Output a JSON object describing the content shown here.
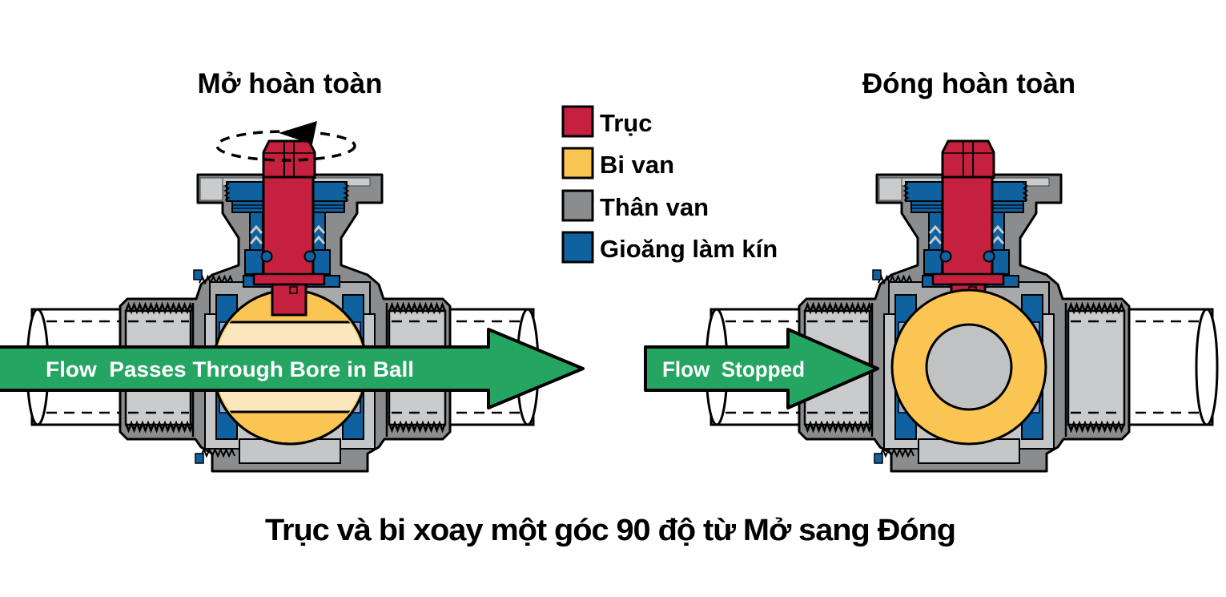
{
  "titles": {
    "left": "Mở hoàn toàn",
    "right": "Đóng hoàn toàn"
  },
  "caption": "Trục và bi xoay một góc 90 độ từ Mở sang Đóng",
  "legend": {
    "items": [
      {
        "label": "Trục",
        "color": "#C5203E"
      },
      {
        "label": "Bi van",
        "color": "#FBC553"
      },
      {
        "label": "Thân van",
        "color": "#8A8C8E"
      },
      {
        "label": "Gioăng làm kín",
        "color": "#0F61A0"
      }
    ]
  },
  "flow": {
    "left_label": "Flow  Passes Through Bore in Ball",
    "right_label": "Flow  Stopped",
    "arrow_color": "#25A562",
    "text_color": "#FFFFFF"
  },
  "colors": {
    "outline": "#000000",
    "body_gray": "#8A8C8E",
    "body_light": "#C9CBCD",
    "pocket_light": "#C4C6C8",
    "pocket_shadow": "#A7A9AB",
    "stem_red": "#C5203E",
    "ball_yellow": "#FBC553",
    "bore_pale": "#FBE7BE",
    "seal_blue": "#0F61A0",
    "seat_periwinkle": "#97A7D4",
    "donut_center": "#C0C2C4",
    "pipe_white": "#FFFFFF",
    "flow_green": "#25A562"
  }
}
